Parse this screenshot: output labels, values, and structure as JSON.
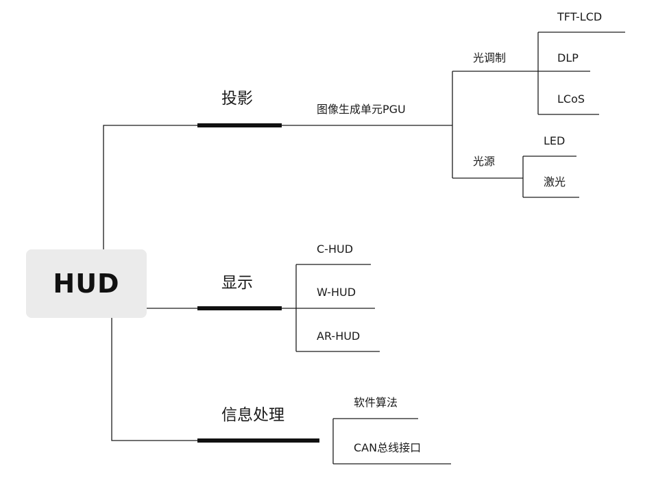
{
  "root": {
    "label": "HUD"
  },
  "branches": [
    {
      "label": "投影",
      "children": [
        {
          "label": "图像生成单元PGU",
          "children": [
            {
              "label": "光调制",
              "children": [
                "TFT-LCD",
                "DLP",
                "LCoS"
              ]
            },
            {
              "label": "光源",
              "children": [
                "LED",
                "激光"
              ]
            }
          ]
        }
      ]
    },
    {
      "label": "显示",
      "children": [
        {
          "label": "C-HUD"
        },
        {
          "label": "W-HUD"
        },
        {
          "label": "AR-HUD"
        }
      ]
    },
    {
      "label": "信息处理",
      "children": [
        {
          "label": "软件算法"
        },
        {
          "label": "CAN总线接口"
        }
      ]
    }
  ]
}
